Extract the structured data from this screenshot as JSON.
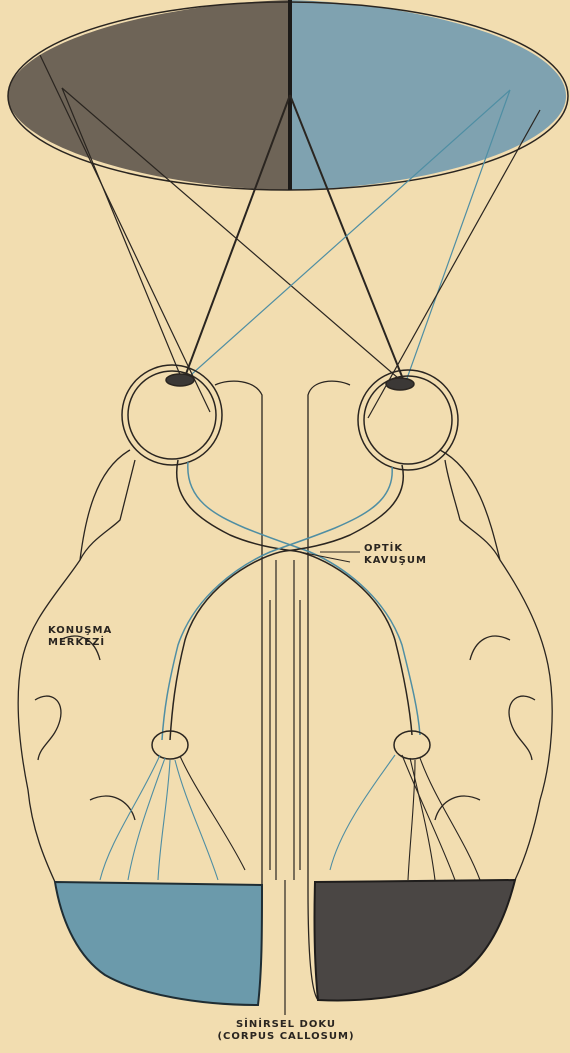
{
  "labels": {
    "speech_center": [
      "KONUŞMA",
      "MERKEZİ"
    ],
    "optic_chiasm": [
      "OPTİK",
      "KAVUŞUM"
    ],
    "corpus_callosum": [
      "SİNİRSEL DOKU",
      "(CORPUS CALLOSUM)"
    ]
  },
  "colors": {
    "background": "#f2ddb0",
    "left_field": "#6e6457",
    "right_field": "#7fa2b0",
    "blue_region": "#6b9aab",
    "dark_region": "#4a4644",
    "line": "#2a2520",
    "blue_line": "#4f8ea3"
  }
}
